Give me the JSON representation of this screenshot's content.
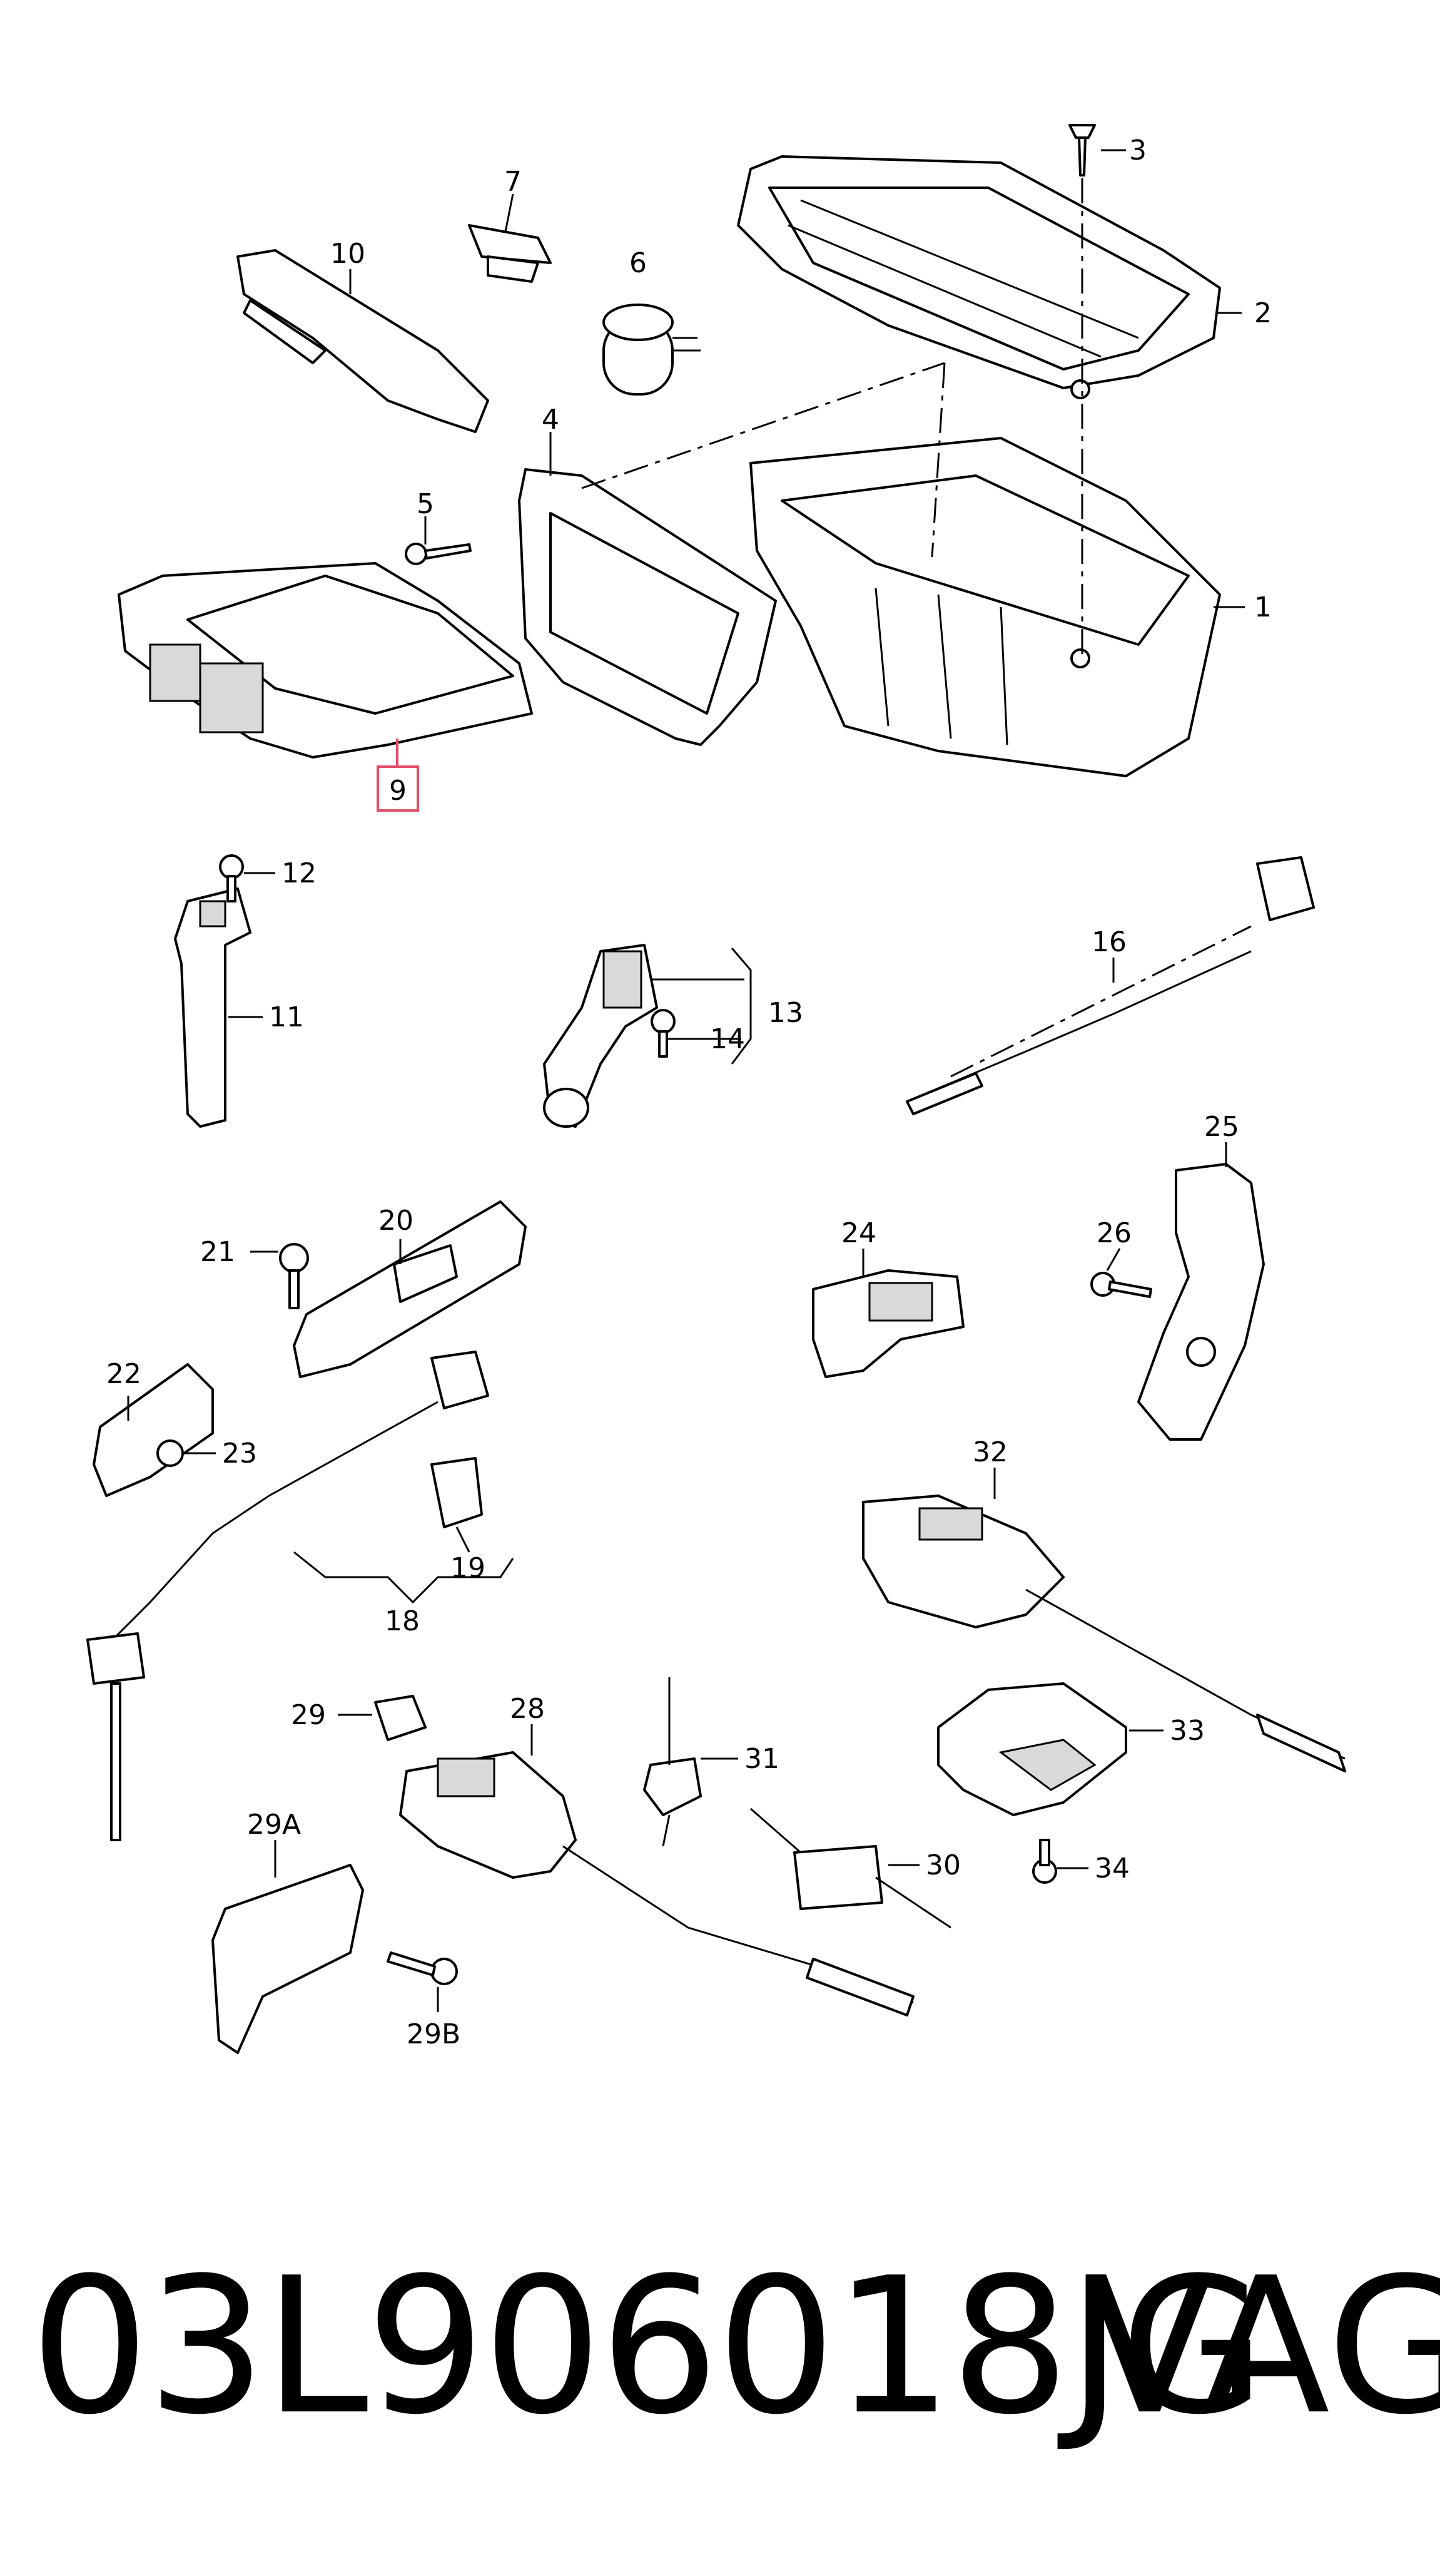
{
  "diagram": {
    "labels": {
      "l1": "1",
      "l2": "2",
      "l3": "3",
      "l4": "4",
      "l5": "5",
      "l6": "6",
      "l7": "7",
      "l9": "9",
      "l10": "10",
      "l11": "11",
      "l12": "12",
      "l13": "13",
      "l14": "14",
      "l16": "16",
      "l18": "18",
      "l19": "19",
      "l20": "20",
      "l21": "21",
      "l22": "22",
      "l23": "23",
      "l24": "24",
      "l25": "25",
      "l26": "26",
      "l28": "28",
      "l29": "29",
      "l29a": "29A",
      "l29b": "29B",
      "l30": "30",
      "l31": "31",
      "l32": "32",
      "l33": "33",
      "l34": "34"
    },
    "highlight_color": "#e0506a"
  },
  "caption": {
    "part_number": "03L906018JG",
    "brand": "VAG"
  }
}
